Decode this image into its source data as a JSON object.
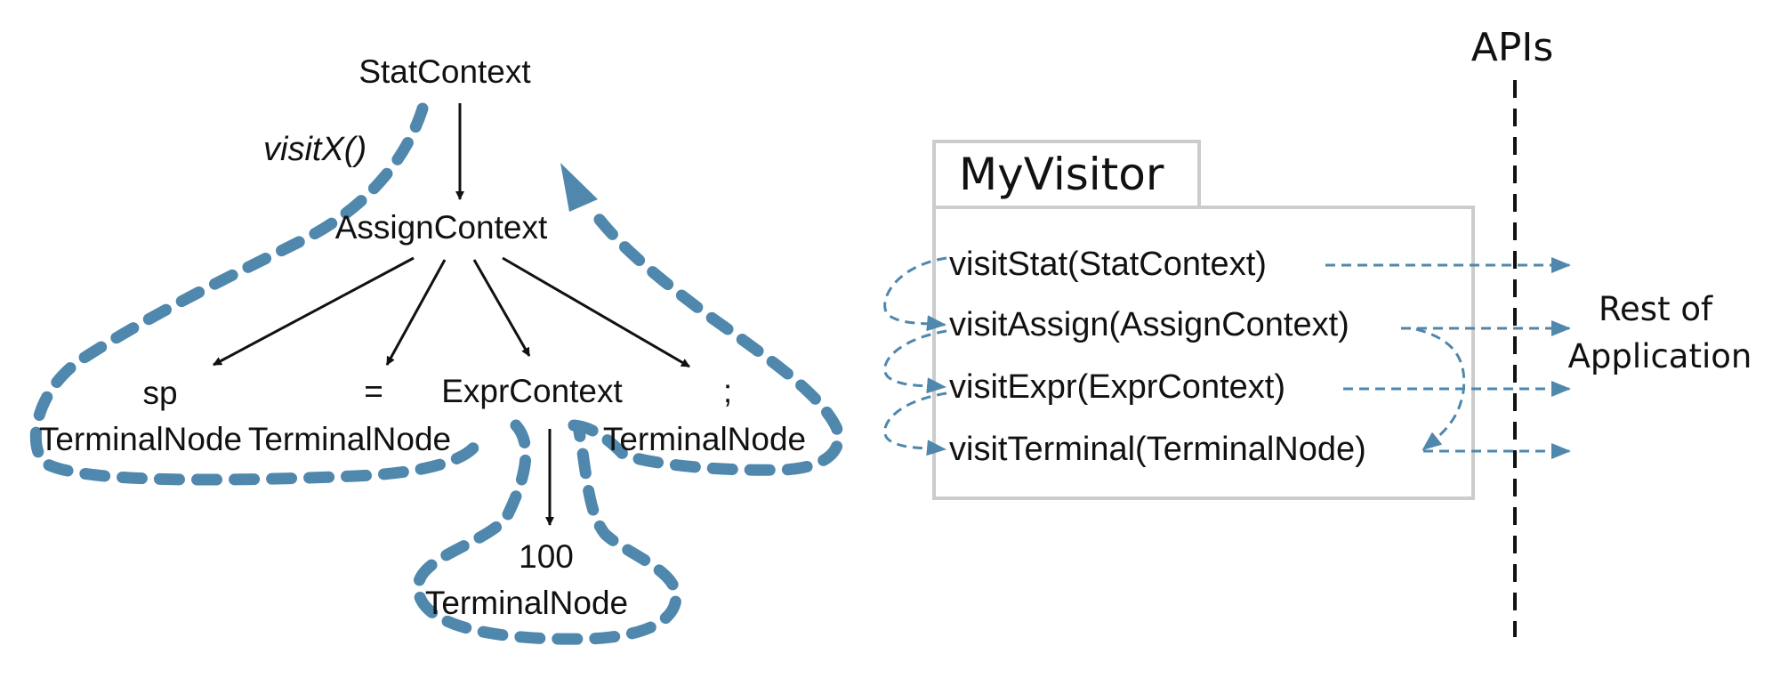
{
  "tree": {
    "visit_label": "visitX()",
    "nodes": {
      "stat": "StatContext",
      "assign": "AssignContext",
      "sp_token": "sp",
      "sp_type": "TerminalNode",
      "eq_token": "=",
      "eq_type": "TerminalNode",
      "expr": "ExprContext",
      "semi_token": ";",
      "semi_type": "TerminalNode",
      "num_token": "100",
      "num_type": "TerminalNode"
    }
  },
  "visitor": {
    "title": "MyVisitor",
    "methods": [
      "visitStat(StatContext)",
      "visitAssign(AssignContext)",
      "visitExpr(ExprContext)",
      "visitTerminal(TerminalNode)"
    ]
  },
  "apis_label": "APIs",
  "rest": {
    "line1": "Rest of",
    "line2": "Application"
  },
  "colors": {
    "tour": "#4f87ad",
    "edge": "#111111",
    "box_border": "#cccccc"
  }
}
